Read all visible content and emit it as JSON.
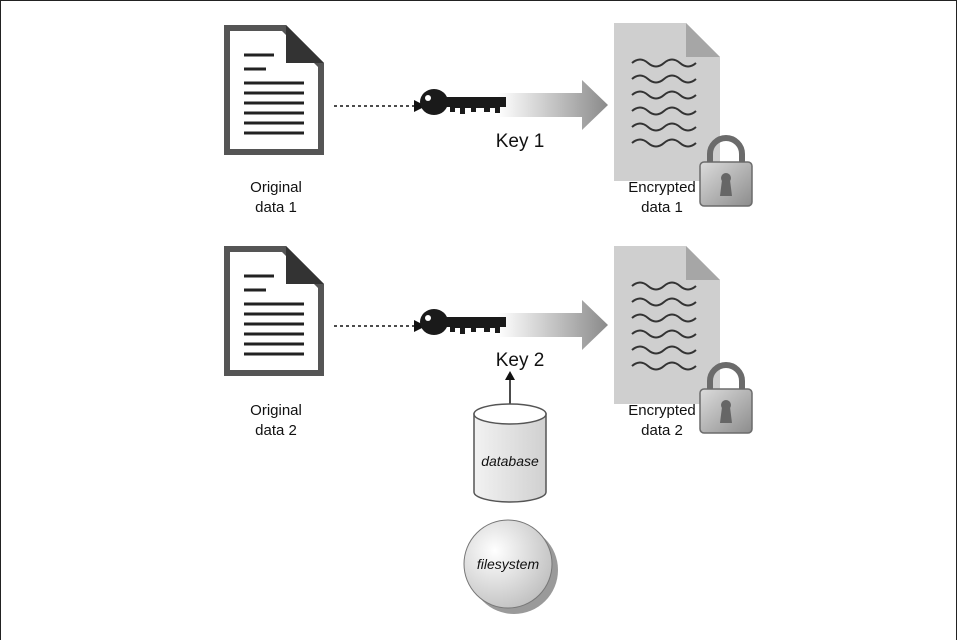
{
  "rows": [
    {
      "original_label_line1": "Original",
      "original_label_line2": "data 1",
      "key_label": "Key 1",
      "encrypted_label_line1": "Encrypted",
      "encrypted_label_line2": "data 1"
    },
    {
      "original_label_line1": "Original",
      "original_label_line2": "data 2",
      "key_label": "Key 2",
      "encrypted_label_line1": "Encrypted",
      "encrypted_label_line2": "data 2"
    }
  ],
  "sources": {
    "database_label": "database",
    "filesystem_label": "filesystem"
  }
}
